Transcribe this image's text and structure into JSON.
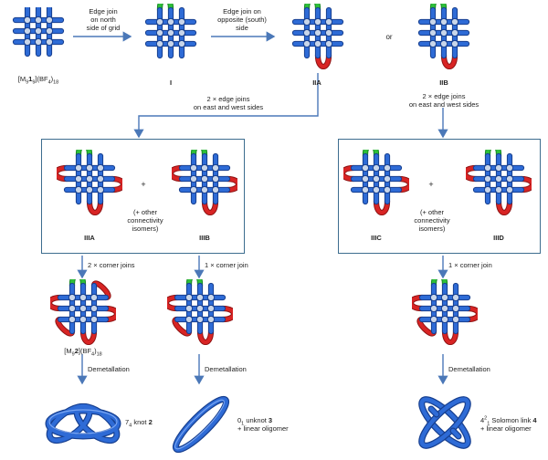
{
  "steps": {
    "s1": [
      "Edge join",
      "on north",
      "side of grid"
    ],
    "s2": [
      "Edge join on",
      "opposite (south)",
      "side"
    ],
    "s3": [
      "2 × edge joins",
      "on east and west sides"
    ],
    "s4": [
      "2 × edge joins",
      "on east and west sides"
    ],
    "s5": "2 × corner joins",
    "s6": "1 × corner join",
    "s7": "1 × corner join",
    "s8": "Demetallation",
    "s9": "Demetallation",
    "s10": "Demetallation"
  },
  "labels": {
    "start_a": "[M",
    "start_sub1": "9",
    "start_b": "1",
    "start_sub2": "9",
    "start_c": "](BF",
    "start_sub3": "4",
    "start_d": ")",
    "start_sub4": "18",
    "I": "I",
    "IIA": "IIA",
    "or": "or",
    "IIB": "IIB",
    "IIIA": "IIIA",
    "IIIB": "IIIB",
    "IIIC": "IIIC",
    "IIID": "IIID",
    "plus": "+",
    "other": [
      "(+ other",
      "connectivity",
      "isomers)"
    ],
    "knot_cmpd_a": "[M",
    "knot_cmpd_sub1": "9",
    "knot_cmpd_b": "2",
    "knot_cmpd_c": "](BF",
    "knot_cmpd_sub2": "4",
    "knot_cmpd_d": ")",
    "knot_cmpd_sub3": "18",
    "knot_a": "7",
    "knot_sub": "4",
    "knot_b": " knot ",
    "knot_num": "2",
    "unknot_a": "0",
    "unknot_sub": "1",
    "unknot_b": " unknot ",
    "unknot_num": "3",
    "unknot_line2": "+ linear oligomer",
    "link_a": "4",
    "link_sup": "2",
    "link_sub": "1",
    "link_b": " Solomon link ",
    "link_num": "4",
    "link_line2": "+ linear oligomer"
  },
  "colors": {
    "strand": "#2e6bd6",
    "strand_dark": "#173f8f",
    "green": "#2fbf3a",
    "red": "#d82424",
    "arrow": "#4b78b8",
    "box": "#3d6d8f"
  }
}
